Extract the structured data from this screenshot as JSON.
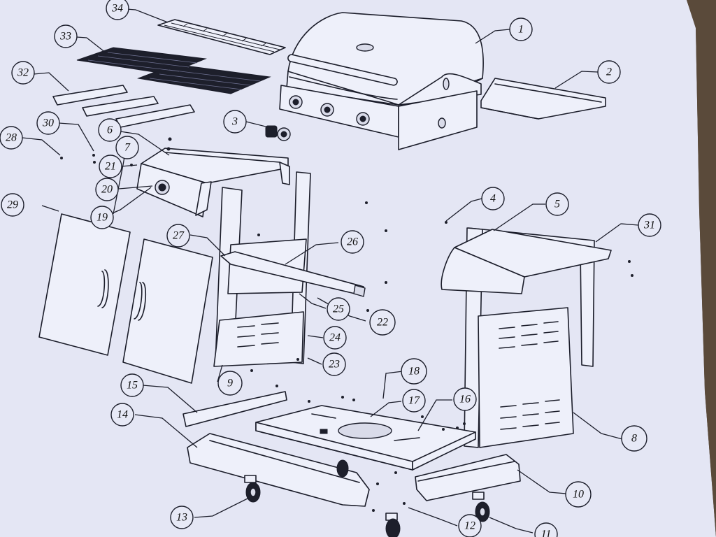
{
  "colors": {
    "paper": "#e4e6f4",
    "ink": "#1b1d2a",
    "table": "#5a4a3a"
  },
  "callouts": [
    {
      "id": "1",
      "label": "1"
    },
    {
      "id": "2",
      "label": "2"
    },
    {
      "id": "3",
      "label": "3"
    },
    {
      "id": "4",
      "label": "4"
    },
    {
      "id": "5",
      "label": "5"
    },
    {
      "id": "6",
      "label": "6"
    },
    {
      "id": "7",
      "label": "7"
    },
    {
      "id": "8",
      "label": "8"
    },
    {
      "id": "9",
      "label": "9"
    },
    {
      "id": "10",
      "label": "10"
    },
    {
      "id": "11",
      "label": "11"
    },
    {
      "id": "12",
      "label": "12"
    },
    {
      "id": "13",
      "label": "13"
    },
    {
      "id": "14",
      "label": "14"
    },
    {
      "id": "15",
      "label": "15"
    },
    {
      "id": "16",
      "label": "16"
    },
    {
      "id": "17",
      "label": "17"
    },
    {
      "id": "18",
      "label": "18"
    },
    {
      "id": "19",
      "label": "19"
    },
    {
      "id": "20",
      "label": "20"
    },
    {
      "id": "21",
      "label": "21"
    },
    {
      "id": "22",
      "label": "22"
    },
    {
      "id": "23",
      "label": "23"
    },
    {
      "id": "24",
      "label": "24"
    },
    {
      "id": "25",
      "label": "25"
    },
    {
      "id": "26",
      "label": "26"
    },
    {
      "id": "27",
      "label": "27"
    },
    {
      "id": "28",
      "label": "28"
    },
    {
      "id": "29",
      "label": "29"
    },
    {
      "id": "30",
      "label": "30"
    },
    {
      "id": "31",
      "label": "31"
    },
    {
      "id": "32",
      "label": "32"
    },
    {
      "id": "33",
      "label": "33"
    },
    {
      "id": "34",
      "label": "34"
    }
  ]
}
